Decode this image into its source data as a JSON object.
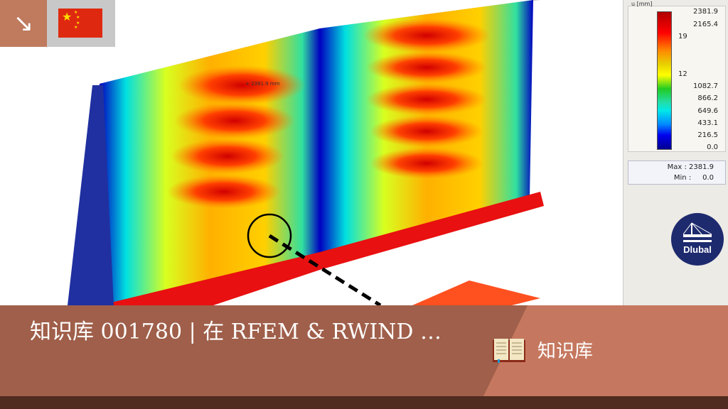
{
  "header": {
    "flag": "china-flag",
    "arrow_icon": "arrow-down-right-icon"
  },
  "result_label": "+ 2381.9 mm",
  "legend": {
    "title": "u [mm]",
    "ticks": [
      "2381.9",
      "2165.4",
      "19",
      "",
      "",
      "12",
      "1082.7",
      "866.2",
      "649.6",
      "433.1",
      "216.5",
      "0.0"
    ],
    "max_label": "Max",
    "max_value": "2381.9",
    "min_label": "Min",
    "min_value": "0.0"
  },
  "logo": "Dlubal",
  "banner": {
    "title": "知识库 001780 | 在 RFEM & RWIND …",
    "category": "知识库",
    "accent": "#9f5f4a",
    "accent_light": "#c5785f"
  }
}
